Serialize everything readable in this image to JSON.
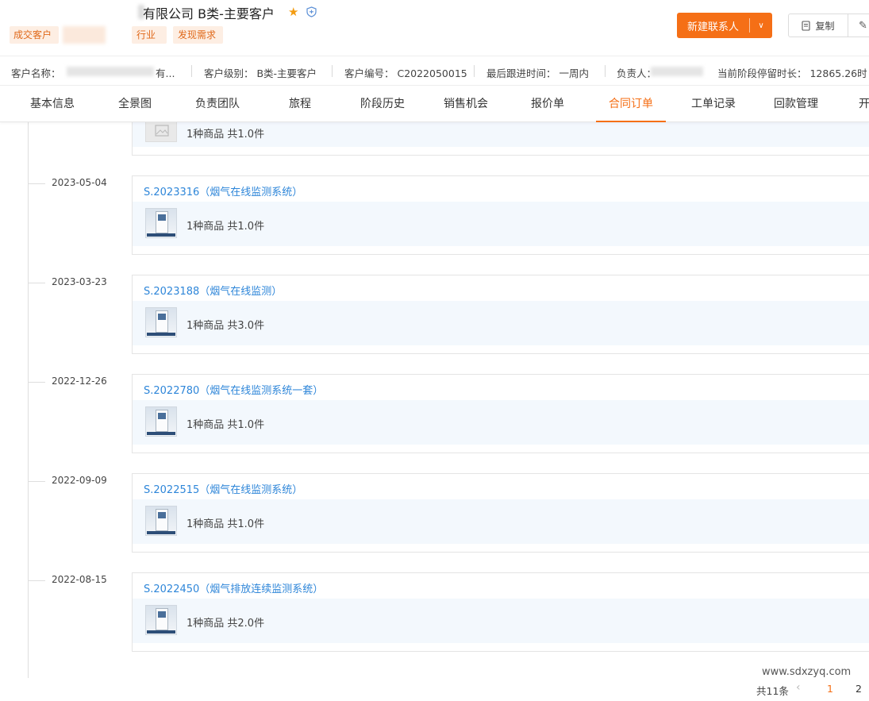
{
  "header": {
    "company_title": "有限公司 B类-主要客户",
    "tags": {
      "deal": "成交客户",
      "industry": "行业",
      "demand": "发现需求"
    },
    "new_contact_label": "新建联系人",
    "copy_label": "复制"
  },
  "info": {
    "name_label": "客户名称：",
    "name_value": "有...",
    "level": "客户级别： B类-主要客户",
    "code": "客户编号： C2022050015",
    "last_follow": "最后跟进时间： 一周内",
    "owner_label": "负责人：",
    "stay_duration": "当前阶段停留时长： 12865.26时"
  },
  "tabs": [
    "基本信息",
    "全景图",
    "负责团队",
    "旅程",
    "阶段历史",
    "销售机会",
    "报价单",
    "合同订单",
    "工单记录",
    "回款管理",
    "开票"
  ],
  "active_tab": "合同订单",
  "orders": [
    {
      "date": "",
      "title": "",
      "summary": "1种商品 共1.0件"
    },
    {
      "date": "2023-05-04",
      "title": "S.2023316（烟气在线监测系统）",
      "summary": "1种商品 共1.0件"
    },
    {
      "date": "2023-03-23",
      "title": "S.2023188（烟气在线监测）",
      "summary": "1种商品 共3.0件"
    },
    {
      "date": "2022-12-26",
      "title": "S.2022780（烟气在线监测系统一套）",
      "summary": "1种商品 共1.0件"
    },
    {
      "date": "2022-09-09",
      "title": "S.2022515（烟气在线监测系统）",
      "summary": "1种商品 共1.0件"
    },
    {
      "date": "2022-08-15",
      "title": "S.2022450（烟气排放连续监测系统）",
      "summary": "1种商品 共2.0件"
    }
  ],
  "pagination": {
    "total": "共11条",
    "page1": "1",
    "page2": "2"
  },
  "site_url": "www.sdxzyq.com",
  "colors": {
    "accent": "#f56f16",
    "link": "#2e86d9",
    "tag_bg": "#fdeee3"
  }
}
